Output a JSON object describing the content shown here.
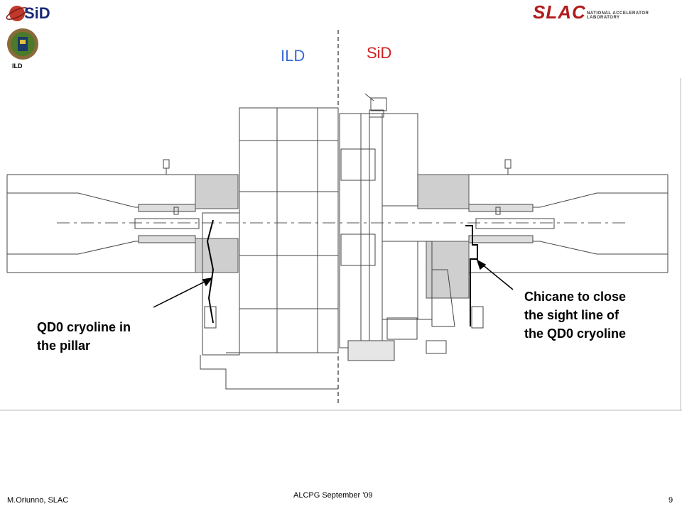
{
  "header": {
    "sid_logo_text": "SiD",
    "ild_badge_label": "ILD",
    "slac_logo_text": "SLAC",
    "slac_subtitle": "NATIONAL ACCELERATOR LABORATORY"
  },
  "diagram": {
    "left_label": "ILD",
    "right_label": "SiD",
    "left_label_color": "#3a6bd6",
    "right_label_color": "#d02020",
    "callouts": {
      "left": [
        "QD0 cryoline in",
        "the pillar"
      ],
      "right": [
        "Chicane to close",
        "the sight line of",
        "the QD0 cryoline"
      ]
    }
  },
  "footer": {
    "author": "M.Oriunno, SLAC",
    "event": "ALCPG September '09",
    "page_number": "9"
  }
}
